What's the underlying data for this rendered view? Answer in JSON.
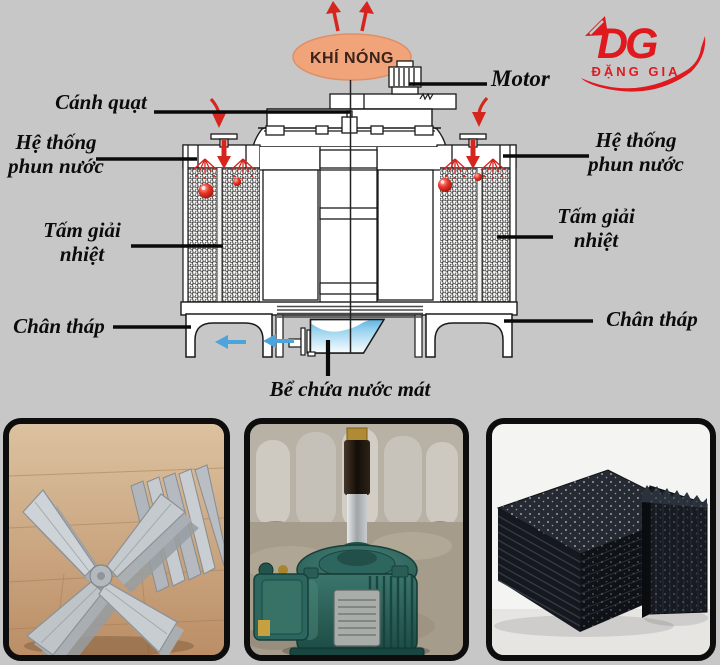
{
  "diagram": {
    "hot_air": "KHÍ NÓNG",
    "labels": {
      "fan": "Cánh quạt",
      "motor": "Motor",
      "spray": [
        "Hệ thống",
        "phun nước"
      ],
      "fill": [
        "Tấm giải",
        "nhiệt"
      ],
      "leg": "Chân tháp",
      "basin": "Bể chứa nước mát"
    },
    "colors": {
      "background": "#c7c7c7",
      "hot_air_fill": "#f1a37a",
      "accent_red": "#d6251d",
      "arrow_blue": "#4da3dc",
      "water_blue": "#5fb5e2",
      "line_black": "#1a1a1a"
    }
  },
  "logo": {
    "initials": "DG",
    "name": "ĐẶNG GIA",
    "color": "#e0191f"
  }
}
